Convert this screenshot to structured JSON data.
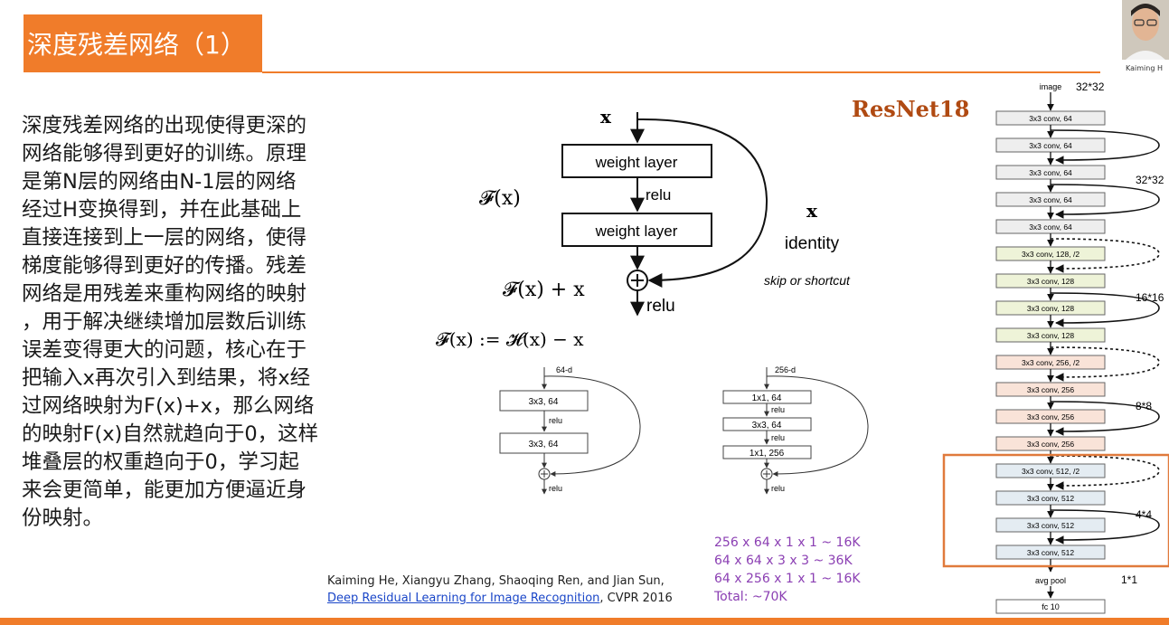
{
  "slide": {
    "title": "深度残差网络（1）",
    "speaker_caption": "Kaiming H",
    "body_lines": [
      "深度残差网络的出现使得更深的",
      "网络能够得到更好的训练。原理",
      "是第N层的网络由N-1层的网络",
      "经过H变换得到，并在此基础上",
      "直接连接到上一层的网络，使得",
      "梯度能够得到更好的传播。残差",
      "网络是用残差来重构网络的映射",
      "，用于解决继续增加层数后训练",
      "误差变得更大的问题，核心在于",
      "把输入x再次引入到结果，将x经",
      "过网络映射为F(x)+x，那么网络",
      "的映射F(x)自然就趋向于0，这样",
      "堆叠层的权重趋向于0，学习起",
      "来会更简单，能更加方便逼近身",
      "份映射。"
    ],
    "citation": {
      "authors": "Kaiming He, Xiangyu Zhang, Shaoqing Ren, and Jian Sun,",
      "paper_link": "Deep Residual Learning for Image Recognition",
      "venue": ", CVPR 2016"
    }
  },
  "block": {
    "input": "x",
    "layer1": "weight layer",
    "relu_mid": "relu",
    "layer2": "weight layer",
    "fx": "𝓕(x)",
    "identity_x": "x",
    "identity": "identity",
    "skip": "skip or shortcut",
    "sum": "𝓕(x) + x",
    "relu_out": "relu",
    "equation": "𝓕(x) := 𝓗(x) − x"
  },
  "basic_block": {
    "input": "64-d",
    "layer1": "3x3, 64",
    "relu_mid": "relu",
    "layer2": "3x3, 64",
    "relu_out": "relu"
  },
  "bottleneck": {
    "input": "256-d",
    "layer1": "1x1, 64",
    "relu1": "relu",
    "layer2": "3x3, 64",
    "relu2": "relu",
    "layer3": "1x1, 256",
    "relu_out": "relu"
  },
  "params": [
    "256 x 64 x 1 x 1 ~ 16K",
    "64 x 64 x 3 x 3 ~ 36K",
    "64 x 256 x 1 x 1 ~ 16K",
    "Total: ~70K"
  ],
  "resnet18": {
    "label": "ResNet18",
    "input_label": "image",
    "input_size": "32*32",
    "layers": [
      {
        "label": "3x3 conv, 64",
        "group": 0
      },
      {
        "label": "3x3 conv, 64",
        "group": 0
      },
      {
        "label": "3x3 conv, 64",
        "group": 0
      },
      {
        "label": "3x3 conv, 64",
        "group": 0
      },
      {
        "label": "3x3 conv, 64",
        "group": 0
      },
      {
        "label": "3x3 conv, 128, /2",
        "group": 1
      },
      {
        "label": "3x3 conv, 128",
        "group": 1
      },
      {
        "label": "3x3 conv, 128",
        "group": 1
      },
      {
        "label": "3x3 conv, 128",
        "group": 1
      },
      {
        "label": "3x3 conv, 256, /2",
        "group": 2
      },
      {
        "label": "3x3 conv, 256",
        "group": 2
      },
      {
        "label": "3x3 conv, 256",
        "group": 2
      },
      {
        "label": "3x3 conv, 256",
        "group": 2
      },
      {
        "label": "3x3 conv, 512, /2",
        "group": 3
      },
      {
        "label": "3x3 conv, 512",
        "group": 3
      },
      {
        "label": "3x3 conv, 512",
        "group": 3
      },
      {
        "label": "3x3 conv, 512",
        "group": 3
      }
    ],
    "pool": "avg pool",
    "fc": "fc 10",
    "stage_sizes": [
      "32*32",
      "16*16",
      "8*8",
      "4*4",
      "1*1"
    ],
    "group_colors": [
      "#eeeeee",
      "#eef3d8",
      "#f9e3d8",
      "#e4ecf2"
    ],
    "highlight_color": "#e07a3c"
  }
}
